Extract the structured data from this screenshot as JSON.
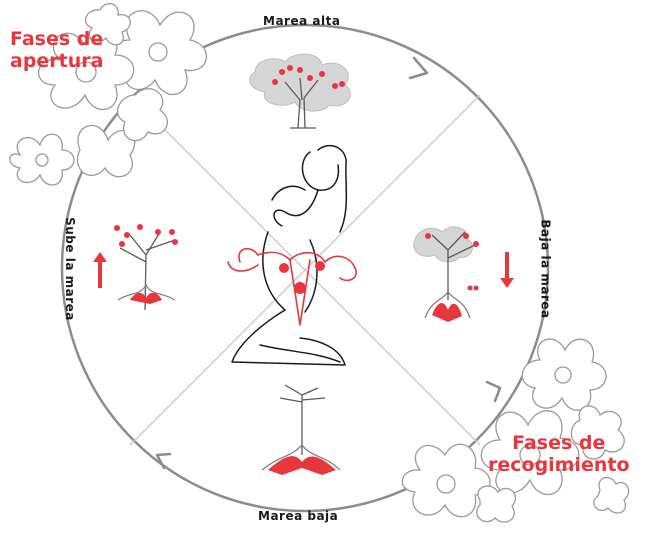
{
  "labels": {
    "top": "Marea alta",
    "bottom": "Marea baja",
    "left": "Sube la marea",
    "right": "Baja la marea"
  },
  "phases": {
    "opening": {
      "line1": "Fases de",
      "line2": "apertura"
    },
    "gathering": {
      "line1": "Fases de",
      "line2": "recogimiento"
    }
  },
  "colors": {
    "accent": "#e8363d",
    "line": "#8c8c8c",
    "ink": "#1a1a1a",
    "foliage": "#d6d6d6"
  },
  "icons": {
    "cycle": "circle-cycle",
    "figure": "kneeling-woman-icon",
    "uterus": "uterus-icon",
    "trees": [
      "tree-high-tide-icon",
      "tree-ebbing-icon",
      "tree-low-tide-icon",
      "tree-rising-icon"
    ],
    "arrows": [
      "arrow-up-icon",
      "arrow-down-icon"
    ],
    "flowers": [
      "flowers-top-left-icon",
      "flowers-bottom-right-icon"
    ]
  }
}
